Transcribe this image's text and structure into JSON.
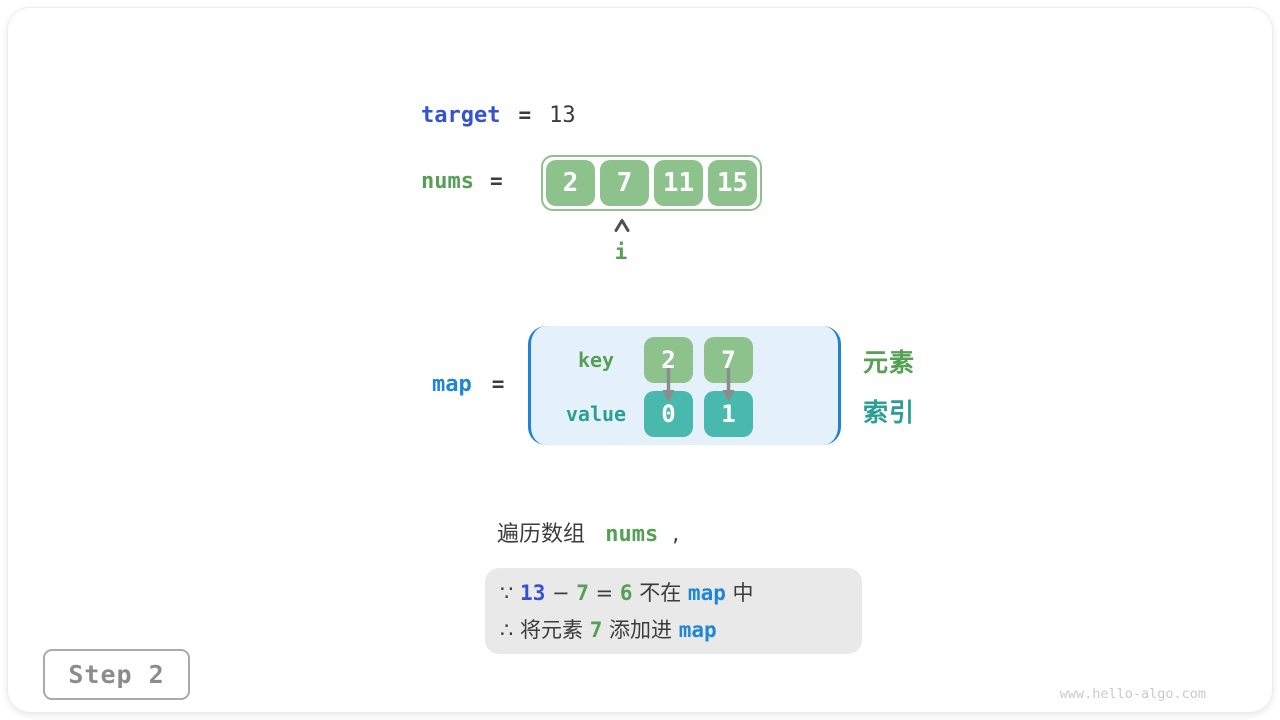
{
  "colors": {
    "royal_blue": "#3353d3",
    "bright_blue": "#1d86d6",
    "green_text": "#55a055",
    "green_box": "#8dc28d",
    "teal_box": "#49b9ae",
    "teal_text": "#2b9f94",
    "dark_text": "#3c3c3c",
    "note_bg": "#e9e9e9",
    "map_bg": "#e4f1fa",
    "map_bracket": "#1e82d6",
    "arrow_gray": "#8c8c8c",
    "caret_gray": "#4f4f4f",
    "step_gray": "#8c8c8c",
    "step_border": "#aaaaaa",
    "watermark_gray": "#c9cac9"
  },
  "target_line": {
    "label": "target",
    "equals": "=",
    "value": "13"
  },
  "nums_line": {
    "label": "nums",
    "equals": "=",
    "cells": [
      "2",
      "7",
      "11",
      "15"
    ],
    "pointer_label": "i"
  },
  "map_line": {
    "label": "map",
    "equals": "=",
    "key_label": "key",
    "value_label": "value",
    "keys": [
      "2",
      "7"
    ],
    "values": [
      "0",
      "1"
    ],
    "legend_element": "元素",
    "legend_index": "索引"
  },
  "caption_parts": [
    {
      "text": "遍历数组 ",
      "cls": "t-dark"
    },
    {
      "text": " nums",
      "cls": "code green"
    },
    {
      "text": "  ,",
      "cls": "t-dark"
    }
  ],
  "note": {
    "line1": [
      {
        "text": "∵ ",
        "cls": "t-dark"
      },
      {
        "text": "13",
        "cls": "code royal"
      },
      {
        "text": " − ",
        "cls": "t-dark"
      },
      {
        "text": "7",
        "cls": "code green"
      },
      {
        "text": " = ",
        "cls": "t-dark"
      },
      {
        "text": "6",
        "cls": "code green"
      },
      {
        "text": " 不在 ",
        "cls": "t-dark"
      },
      {
        "text": "map",
        "cls": "code blue"
      },
      {
        "text": " 中",
        "cls": "t-dark"
      }
    ],
    "line2": [
      {
        "text": "∴ 将元素 ",
        "cls": "t-dark"
      },
      {
        "text": "7",
        "cls": "code green"
      },
      {
        "text": " 添加进 ",
        "cls": "t-dark"
      },
      {
        "text": "map",
        "cls": "code blue"
      }
    ]
  },
  "step_label": "Step 2",
  "watermark": "www.hello-algo.com"
}
